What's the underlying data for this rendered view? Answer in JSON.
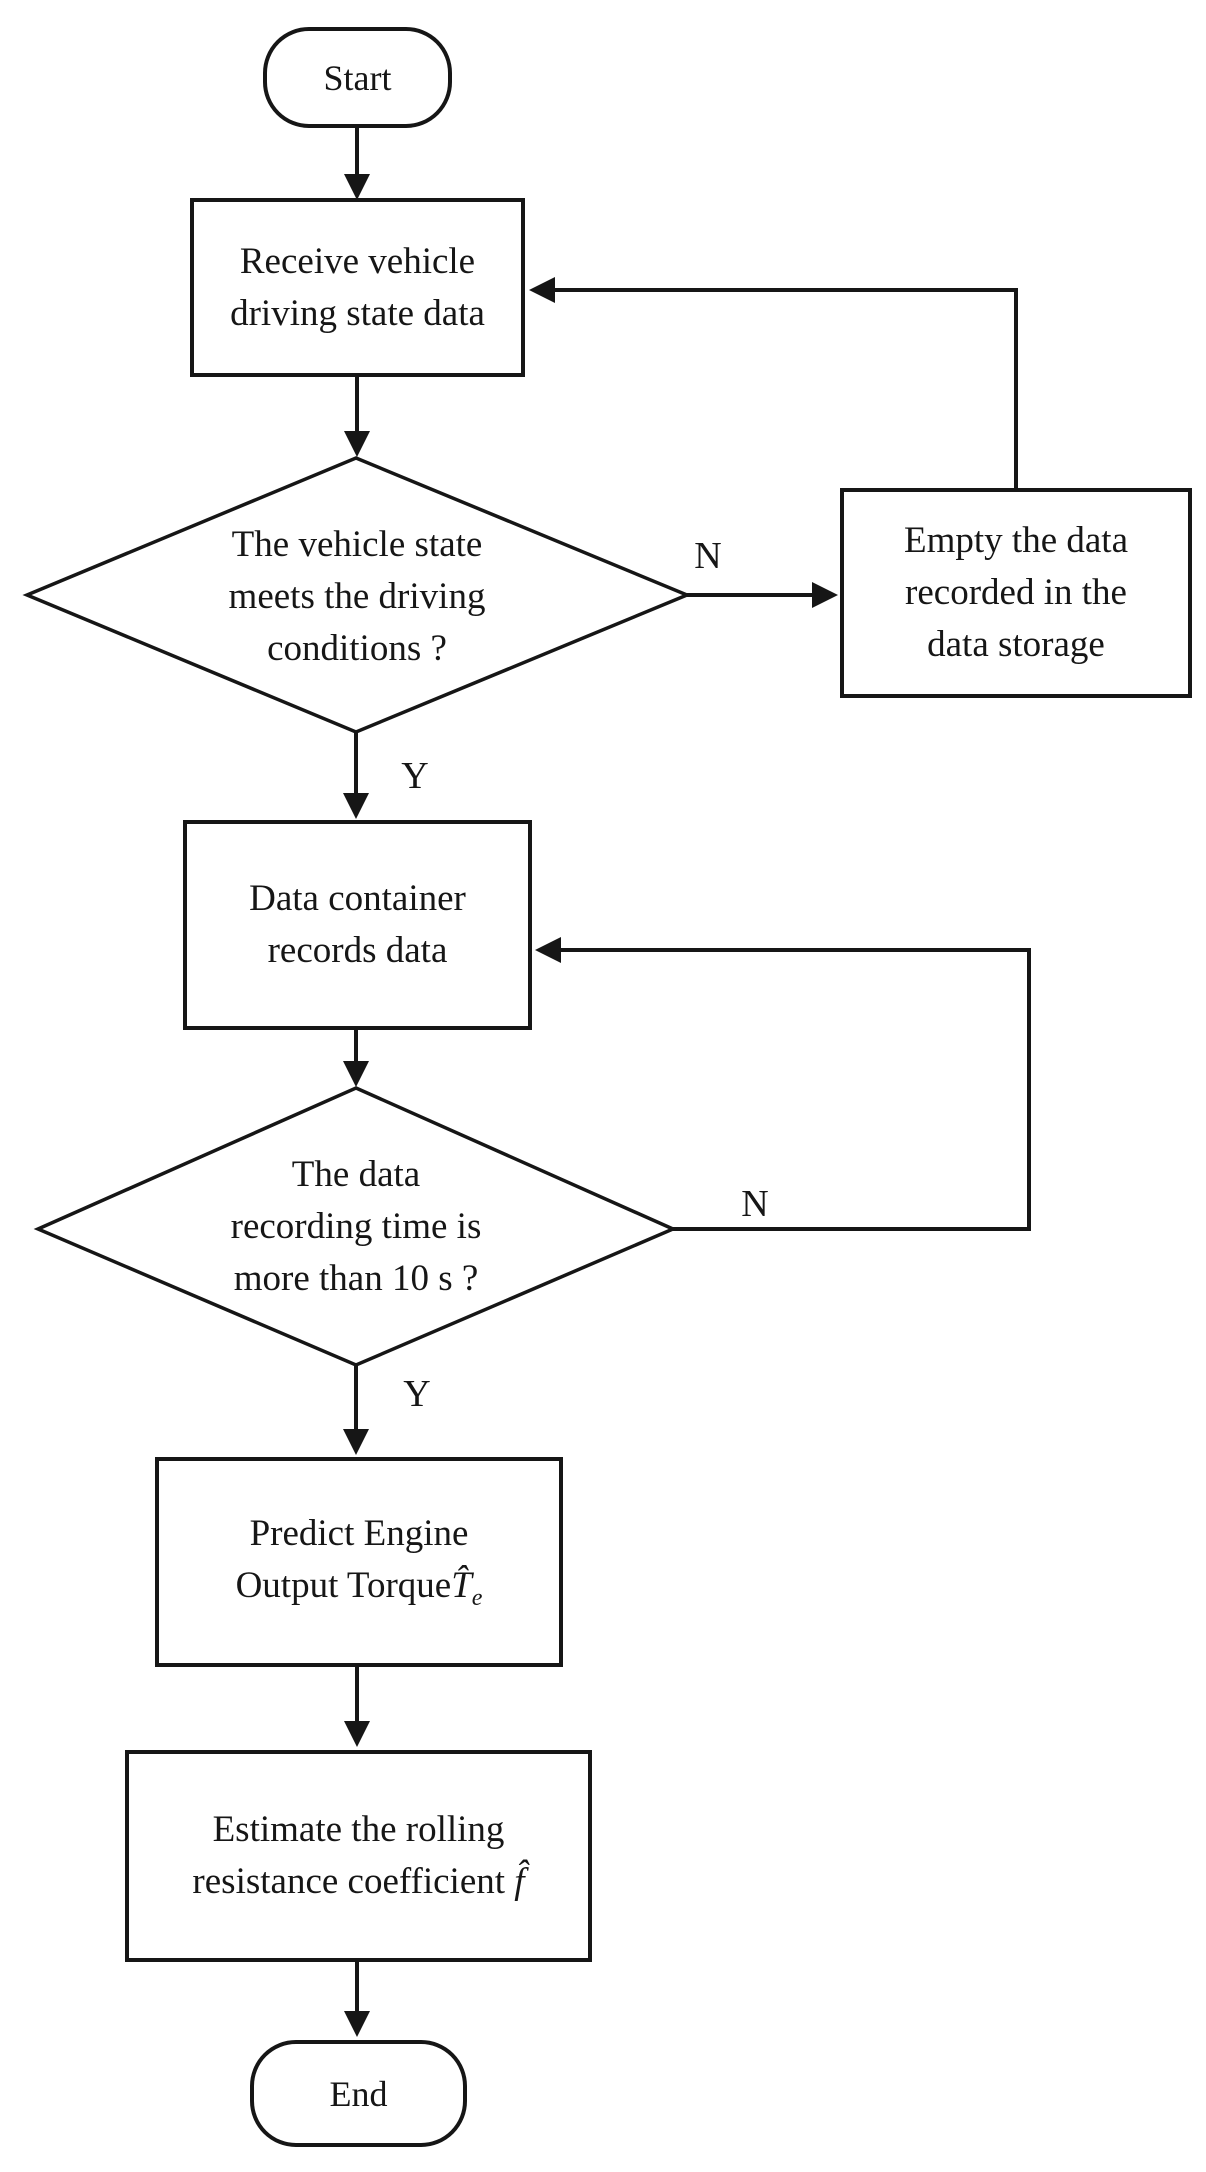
{
  "nodes": {
    "start": {
      "label": "Start"
    },
    "receive": {
      "label": "Receive vehicle\ndriving state data"
    },
    "decision_driving": {
      "label": "The vehicle state\nmeets the driving\nconditions ?"
    },
    "empty_storage": {
      "label": "Empty the data\nrecorded in the\ndata storage"
    },
    "record_data": {
      "label": "Data container\nrecords data"
    },
    "decision_time": {
      "label": "The data\nrecording time is\nmore than 10 s ?"
    },
    "predict_torque": {
      "line1": "Predict Engine",
      "line2": "Output Torque",
      "symbol": "T̂",
      "symbol_subscript": "e"
    },
    "estimate_coefficient": {
      "line1": "Estimate the rolling",
      "line2": "resistance coefficient ",
      "symbol": "f̂"
    },
    "end": {
      "label": "End"
    }
  },
  "edge_labels": {
    "decision_driving_no": "N",
    "decision_driving_yes": "Y",
    "decision_time_no": "N",
    "decision_time_yes": "Y"
  },
  "colors": {
    "line": "#161616",
    "text": "#161616",
    "node_fill": "#ffffff",
    "background": "#ffffff"
  }
}
